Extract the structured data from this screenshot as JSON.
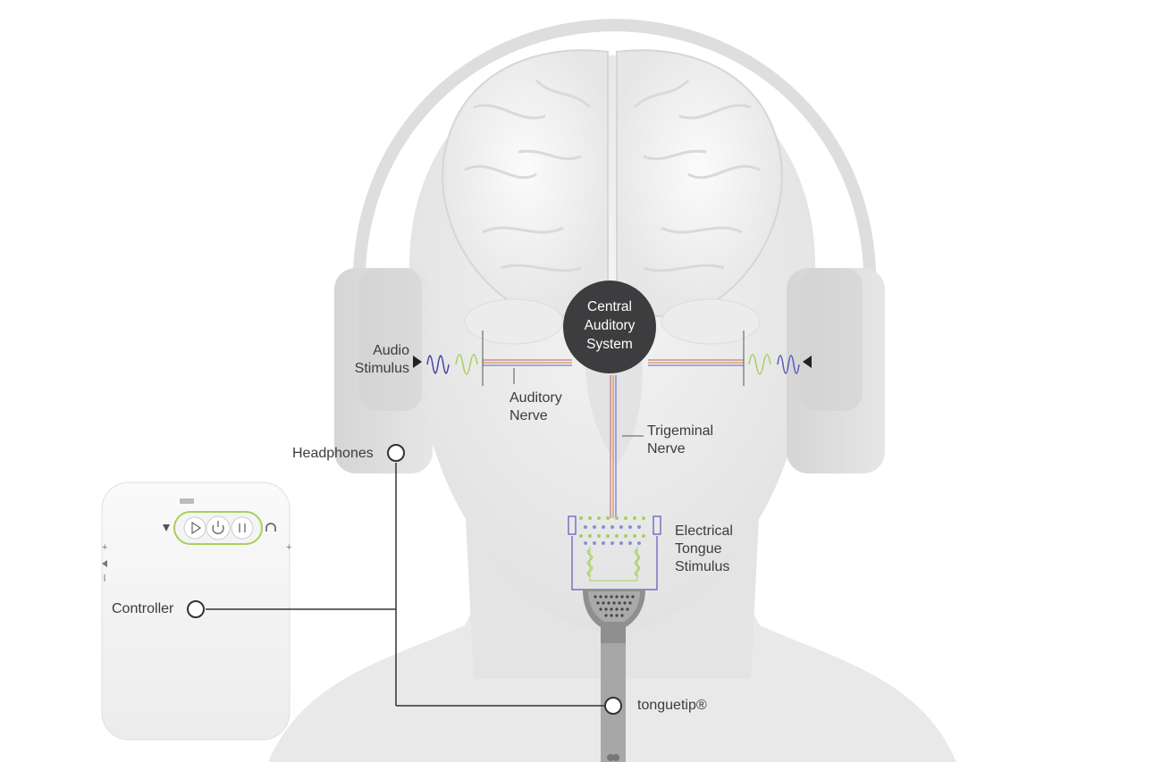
{
  "labels": {
    "audio_stimulus": [
      "Audio",
      "Stimulus"
    ],
    "central_auditory_system": [
      "Central",
      "Auditory",
      "System"
    ],
    "auditory_nerve": [
      "Auditory",
      "Nerve"
    ],
    "trigeminal_nerve": [
      "Trigeminal",
      "Nerve"
    ],
    "electrical_tongue_stimulus": [
      "Electrical",
      "Tongue",
      "Stimulus"
    ],
    "headphones": "Headphones",
    "controller": "Controller",
    "tonguetip": "tonguetip®"
  },
  "colors": {
    "background": "#ffffff",
    "head": "#ebebeb",
    "brain": "#f3f3f3",
    "center_node": "#3d3d3f",
    "audio_wave": "#5a58b8",
    "tongue_wave": "#a8cf5a",
    "nerve_line_a": "#c98aa0",
    "nerve_line_b": "#8a8fd0",
    "leader_line": "#333333"
  },
  "icons": [
    "signal-icon",
    "play-icon",
    "power-icon",
    "pause-icon",
    "headphones-icon",
    "volume-plus-icon",
    "volume-down-icon"
  ]
}
